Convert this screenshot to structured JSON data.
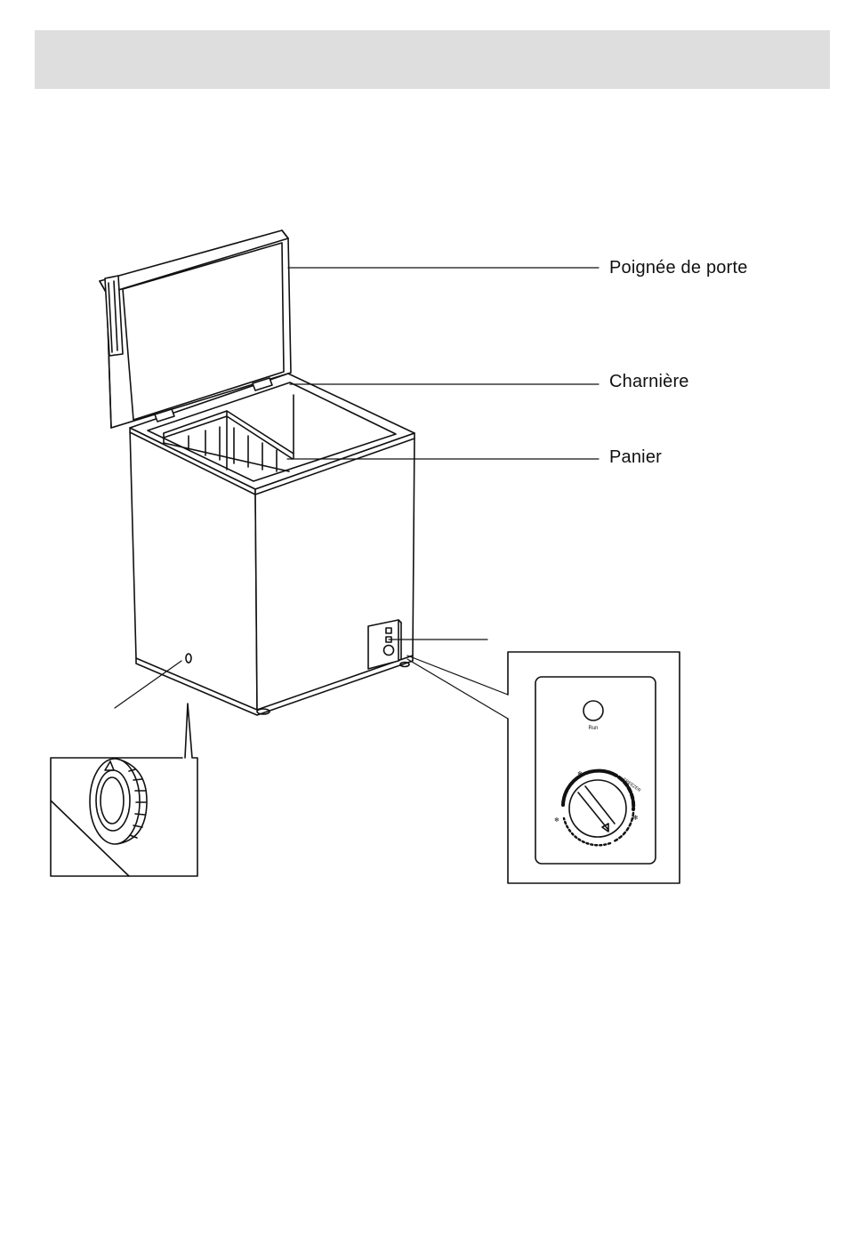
{
  "header": {
    "text": ""
  },
  "labels": {
    "door_handle": "Poignée de porte",
    "hinge": "Charnière",
    "basket": "Panier"
  },
  "control_panel": {
    "run_label": "Run",
    "dial_label": "FREEZER"
  },
  "icons": [
    "snowflake-icon",
    "drain-plug-icon",
    "thermostat-dial-icon",
    "run-indicator-icon"
  ],
  "colors": {
    "header_bar": "#dedede",
    "line": "#111111"
  }
}
